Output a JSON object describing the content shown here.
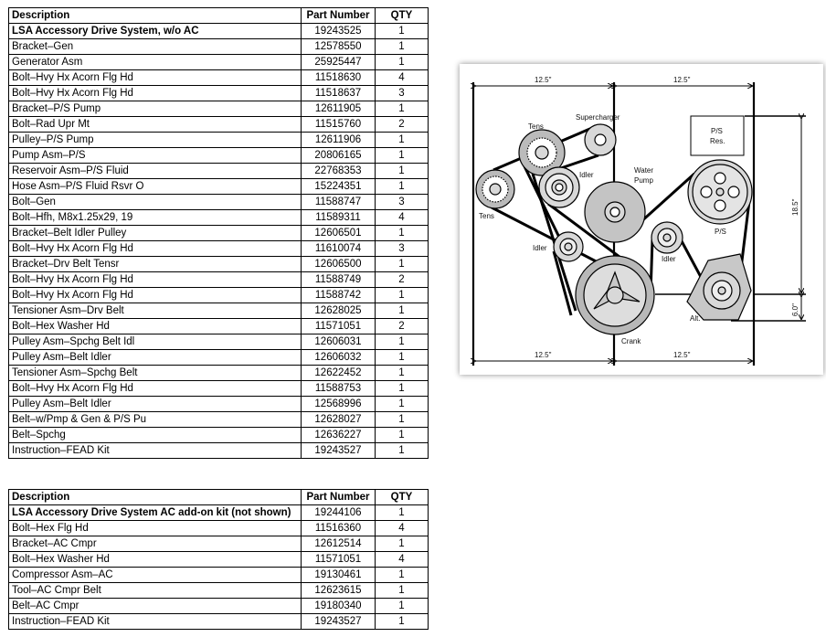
{
  "table_main": {
    "headers": [
      "Description",
      "Part Number",
      "QTY"
    ],
    "rows": [
      [
        "LSA Accessory Drive System, w/o AC",
        "19243525",
        "1"
      ],
      [
        "Bracket–Gen",
        "12578550",
        "1"
      ],
      [
        "Generator Asm",
        "25925447",
        "1"
      ],
      [
        "Bolt–Hvy Hx Acorn Flg Hd",
        "11518630",
        "4"
      ],
      [
        "Bolt–Hvy Hx Acorn Flg Hd",
        "11518637",
        "3"
      ],
      [
        "Bracket–P/S Pump",
        "12611905",
        "1"
      ],
      [
        "Bolt–Rad Upr Mt",
        "11515760",
        "2"
      ],
      [
        "Pulley–P/S Pump",
        "12611906",
        "1"
      ],
      [
        "Pump Asm–P/S",
        "20806165",
        "1"
      ],
      [
        "Reservoir Asm–P/S Fluid",
        "22768353",
        "1"
      ],
      [
        "Hose Asm–P/S Fluid Rsvr O",
        "15224351",
        "1"
      ],
      [
        "Bolt–Gen",
        "11588747",
        "3"
      ],
      [
        "Bolt–Hfh, M8x1.25x29, 19",
        "11589311",
        "4"
      ],
      [
        "Bracket–Belt Idler Pulley",
        "12606501",
        "1"
      ],
      [
        "Bolt–Hvy Hx Acorn Flg Hd",
        "11610074",
        "3"
      ],
      [
        "Bracket–Drv Belt Tensr",
        "12606500",
        "1"
      ],
      [
        "Bolt–Hvy Hx Acorn Flg Hd",
        "11588749",
        "2"
      ],
      [
        "Bolt–Hvy Hx Acorn Flg Hd",
        "11588742",
        "1"
      ],
      [
        "Tensioner Asm–Drv Belt",
        "12628025",
        "1"
      ],
      [
        "Bolt–Hex Washer Hd",
        "11571051",
        "2"
      ],
      [
        "Pulley Asm–Spchg Belt Idl",
        "12606031",
        "1"
      ],
      [
        "Pulley Asm–Belt Idler",
        "12606032",
        "1"
      ],
      [
        "Tensioner Asm–Spchg Belt",
        "12622452",
        "1"
      ],
      [
        "Bolt–Hvy Hx Acorn Flg Hd",
        "11588753",
        "1"
      ],
      [
        "Pulley Asm–Belt Idler",
        "12568996",
        "1"
      ],
      [
        "Belt–w/Pmp & Gen & P/S Pu",
        "12628027",
        "1"
      ],
      [
        "Belt–Spchg",
        "12636227",
        "1"
      ],
      [
        "Instruction–FEAD Kit",
        "19243527",
        "1"
      ]
    ]
  },
  "table_ac": {
    "headers": [
      "Description",
      "Part Number",
      "QTY"
    ],
    "rows": [
      [
        "LSA Accessory Drive System AC add-on kit (not shown)",
        "19244106",
        "1"
      ],
      [
        "Bolt–Hex Flg Hd",
        "11516360",
        "4"
      ],
      [
        "Bracket–AC Cmpr",
        "12612514",
        "1"
      ],
      [
        "Bolt–Hex Washer Hd",
        "11571051",
        "4"
      ],
      [
        "Compressor Asm–AC",
        "19130461",
        "1"
      ],
      [
        "Tool–AC Cmpr Belt",
        "12623615",
        "1"
      ],
      [
        "Belt–AC Cmpr",
        "19180340",
        "1"
      ],
      [
        "Instruction–FEAD Kit",
        "19243527",
        "1"
      ]
    ]
  },
  "diagram": {
    "dim_top_left": "12.5\"",
    "dim_top_right": "12.5\"",
    "dim_bottom_left": "12.5\"",
    "dim_bottom_right": "12.5\"",
    "dim_vertical": "18.5\"",
    "dim_offset": "6.0\"",
    "labels": {
      "supercharger": "Supercharger",
      "tens_top": "Tens",
      "tens_left": "Tens",
      "idler_upper": "Idler",
      "water_pump_1": "Water",
      "water_pump_2": "Pump",
      "idler_lower": "Idler",
      "idler_right": "Idler",
      "ps_res_1": "P/S",
      "ps_res_2": "Res.",
      "ps": "P/S",
      "alt": "Alt.",
      "crank": "Crank"
    }
  }
}
